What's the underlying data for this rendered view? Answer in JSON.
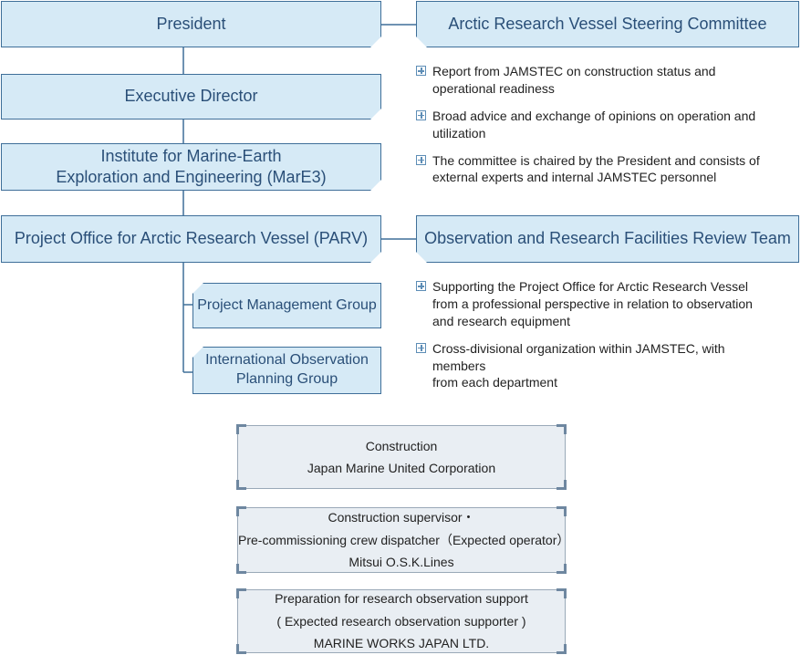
{
  "org": {
    "president": "President",
    "executive_director": "Executive Director",
    "institute_line1": "Institute for Marine-Earth",
    "institute_line2": "Exploration and Engineering (MarE3)",
    "parv": "Project Office for Arctic Research Vessel (PARV)",
    "project_management": "Project Management Group",
    "intl_line1": "International Observation",
    "intl_line2": "Planning Group"
  },
  "steering_committee": {
    "title": "Arctic Research Vessel Steering Committee",
    "bullets": [
      [
        "Report from JAMSTEC on construction status and",
        "operational readiness"
      ],
      [
        "Broad advice and exchange of opinions on operation and",
        "utilization"
      ],
      [
        "The committee is chaired by the President and consists of",
        "external experts and internal JAMSTEC personnel"
      ]
    ]
  },
  "review_team": {
    "title": "Observation and Research Facilities Review Team",
    "bullets": [
      [
        "Supporting the Project Office for Arctic Research Vessel",
        "from a professional perspective in relation to observation",
        "and research equipment"
      ],
      [
        "Cross-divisional organization within JAMSTEC, with members",
        "from each department"
      ]
    ]
  },
  "contractors": [
    {
      "lines": [
        "Construction",
        "Japan Marine United Corporation"
      ]
    },
    {
      "lines": [
        "Construction supervisor・",
        "Pre-commissioning crew dispatcher（Expected operator）",
        "Mitsui O.S.K.Lines"
      ]
    },
    {
      "lines": [
        "Preparation for research observation support",
        "( Expected research observation supporter )",
        "MARINE WORKS JAPAN LTD."
      ]
    }
  ],
  "colors": {
    "box_fill": "#d6eaf6",
    "box_border": "#3f6f99",
    "text": "#2a4f78"
  }
}
